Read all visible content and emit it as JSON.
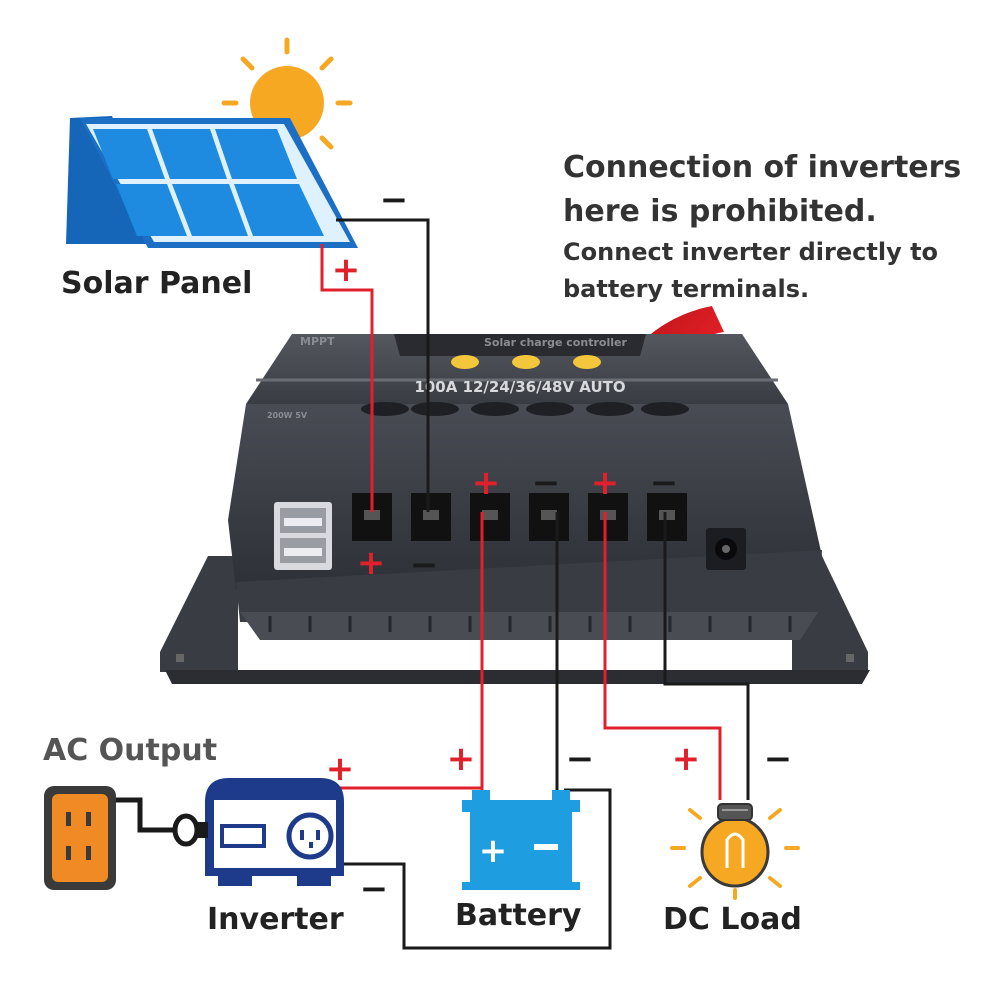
{
  "labels": {
    "solar_panel": "Solar Panel",
    "battery": "Battery",
    "inverter": "Inverter",
    "dc_load": "DC Load",
    "ac_output": "AC Output"
  },
  "note": {
    "line1": "Connection of inverters",
    "line2": "here is prohibited.",
    "line3": "Connect inverter directly to",
    "line4": "battery terminals."
  },
  "controller": {
    "brand": "MPPT",
    "title": "Solar charge controller",
    "rating": "100A 12/24/36/48V AUTO",
    "badge": "200W 5V"
  },
  "polarity": {
    "plus": "+",
    "minus": "−"
  },
  "colors": {
    "positive_wire": "#e0202a",
    "negative_wire": "#1a1a1a",
    "controller_body": "#3d3f47",
    "panel_blue": "#1f8be0",
    "battery_blue": "#1e9ee0",
    "inverter_navy": "#1e3a8a",
    "sun_orange": "#f7a823",
    "arrow_red": "#d81920"
  },
  "icons": [
    "sun-icon",
    "solar-panel-icon",
    "battery-icon",
    "inverter-icon",
    "bulb-icon",
    "socket-icon",
    "plug-icon",
    "usb-port-icon",
    "dc-jack-icon",
    "curved-arrow-icon"
  ]
}
